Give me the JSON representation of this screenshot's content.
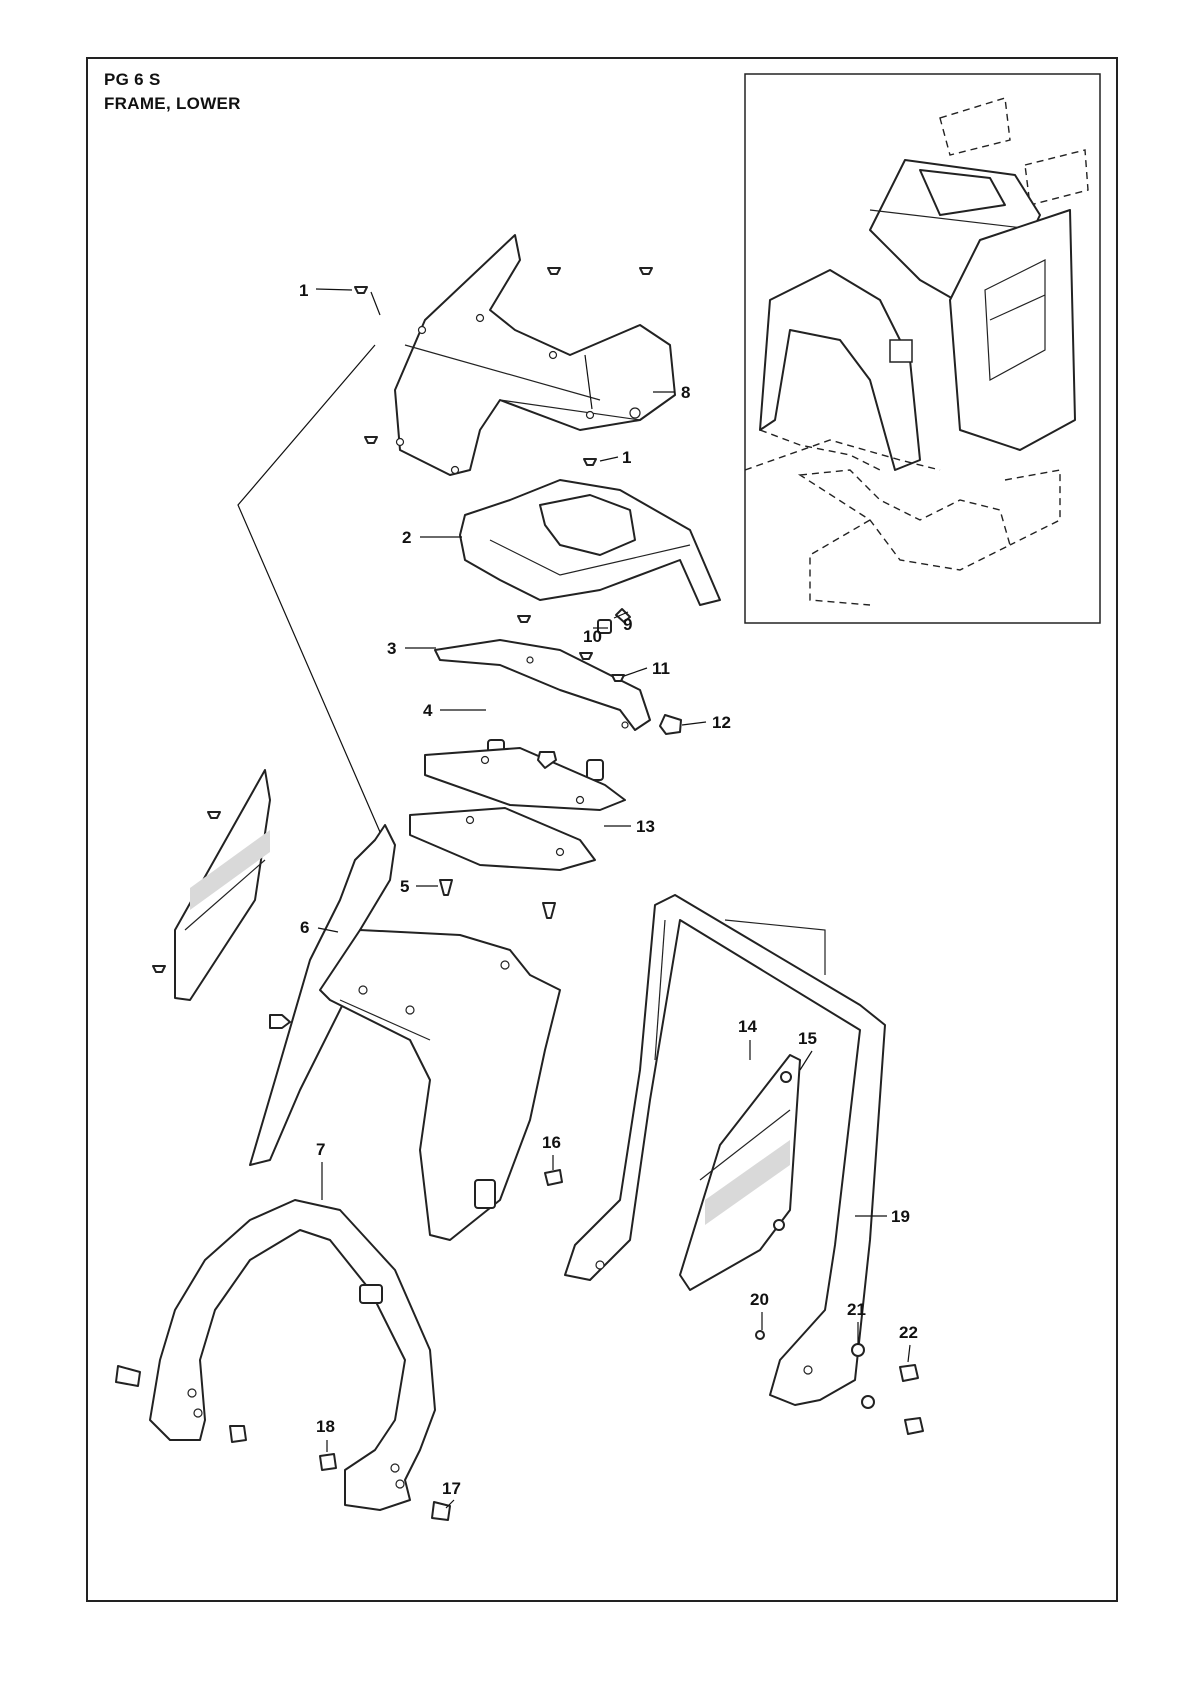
{
  "header": {
    "model": "PG 6 S",
    "section": "FRAME, LOWER"
  },
  "callouts": [
    "1",
    "8",
    "1",
    "2",
    "9",
    "10",
    "3",
    "11",
    "4",
    "12",
    "13",
    "5",
    "6",
    "14",
    "15",
    "16",
    "7",
    "19",
    "20",
    "21",
    "22",
    "18",
    "17"
  ]
}
